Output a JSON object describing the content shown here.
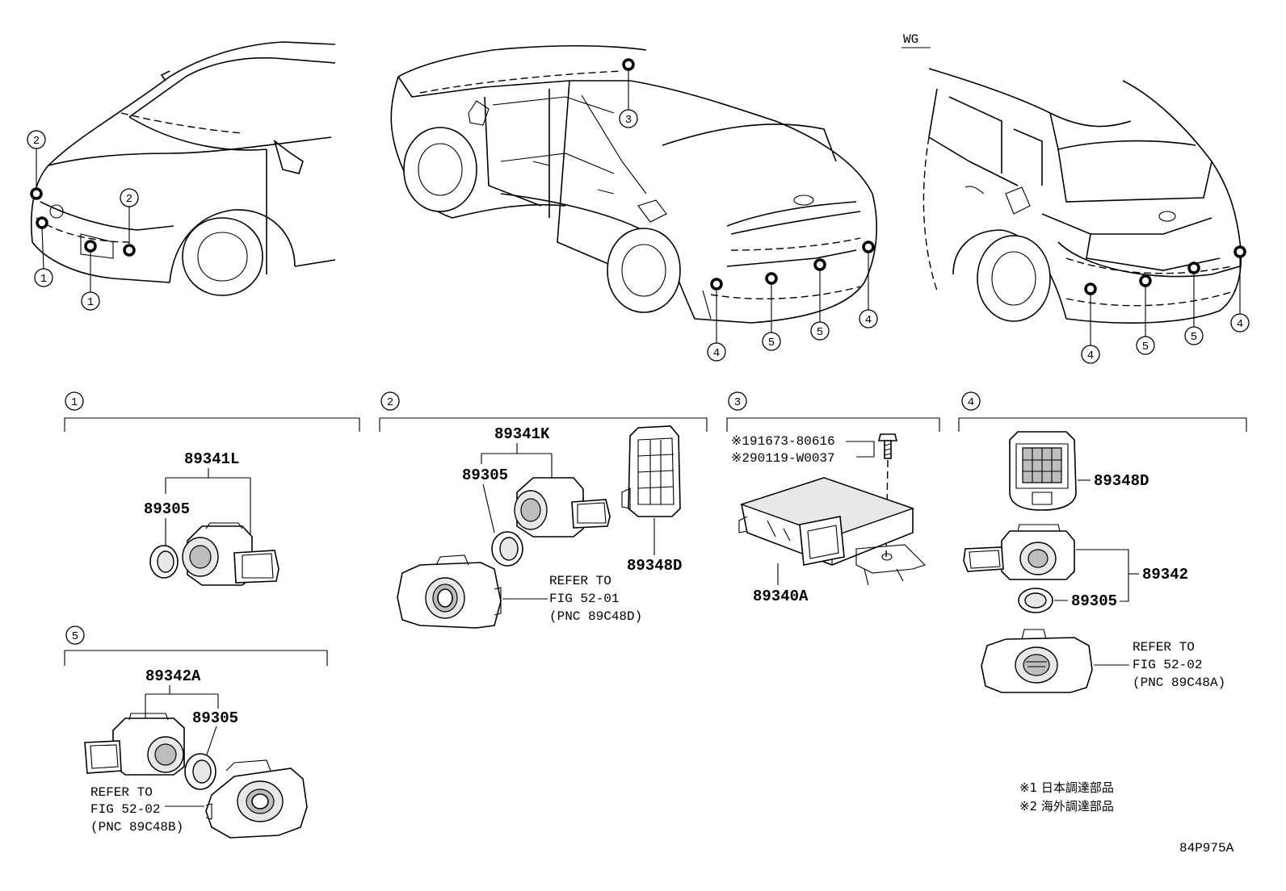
{
  "header": {
    "variant_label": "WG"
  },
  "callouts": [
    "1",
    "2",
    "3",
    "4",
    "5"
  ],
  "sections": {
    "s1": {
      "number": "1",
      "parts": [
        "89341L",
        "89305"
      ]
    },
    "s2": {
      "number": "2",
      "parts": [
        "89341K",
        "89305",
        "89348D"
      ],
      "refer": [
        "REFER TO",
        "FIG 52-01",
        "(PNC 89C48D)"
      ]
    },
    "s3": {
      "number": "3",
      "parts": [
        "※191673-80616",
        "※290119-W0037",
        "89340A"
      ]
    },
    "s4": {
      "number": "4",
      "parts": [
        "89348D",
        "89342",
        "89305"
      ],
      "refer": [
        "REFER TO",
        "FIG 52-02",
        "(PNC 89C48A)"
      ]
    },
    "s5": {
      "number": "5",
      "parts": [
        "89342A",
        "89305"
      ],
      "refer": [
        "REFER TO",
        "FIG 52-02",
        "(PNC 89C48B)"
      ]
    }
  },
  "notes": [
    "※1 日本調達部品",
    "※2 海外調達部品"
  ],
  "drawing_id": "84P975A"
}
